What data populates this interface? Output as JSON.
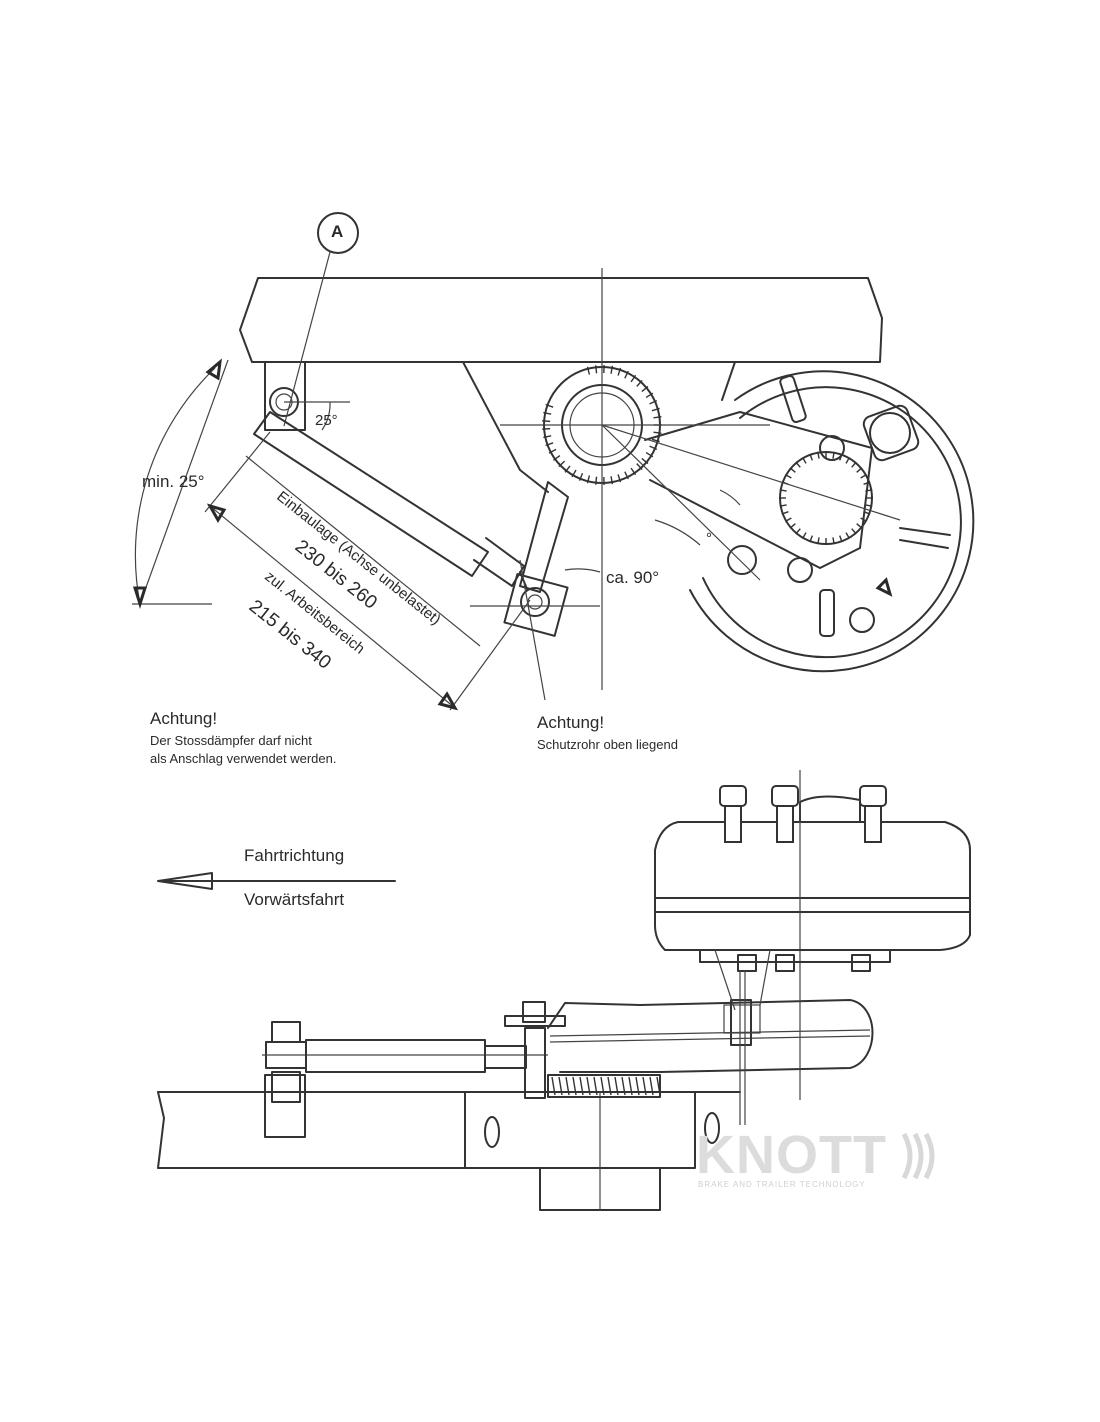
{
  "labels": {
    "circle_label": "A",
    "angle_25": "25°",
    "min_angle": "min. 25°",
    "ca_90": "ca. 90°",
    "einbaulage": "Einbaulage (Achse unbelastet)",
    "einbaulage_range": "230 bis 260",
    "arbeitsbereich": "zul. Arbeitsbereich",
    "arbeitsbereich_range": "215 bis 340",
    "warning1_title": "Achtung!",
    "warning1_line1": "Der Stossdämpfer darf nicht",
    "warning1_line2": "als Anschlag verwendet werden.",
    "warning2_title": "Achtung!",
    "warning2_line1": "Schutzrohr oben liegend",
    "direction_top": "Fahrtrichtung",
    "direction_bottom": "Vorwärtsfahrt",
    "small_degree": "°"
  },
  "logo": {
    "name": "KNOTT",
    "tagline": "BRAKE AND TRAILER TECHNOLOGY"
  }
}
